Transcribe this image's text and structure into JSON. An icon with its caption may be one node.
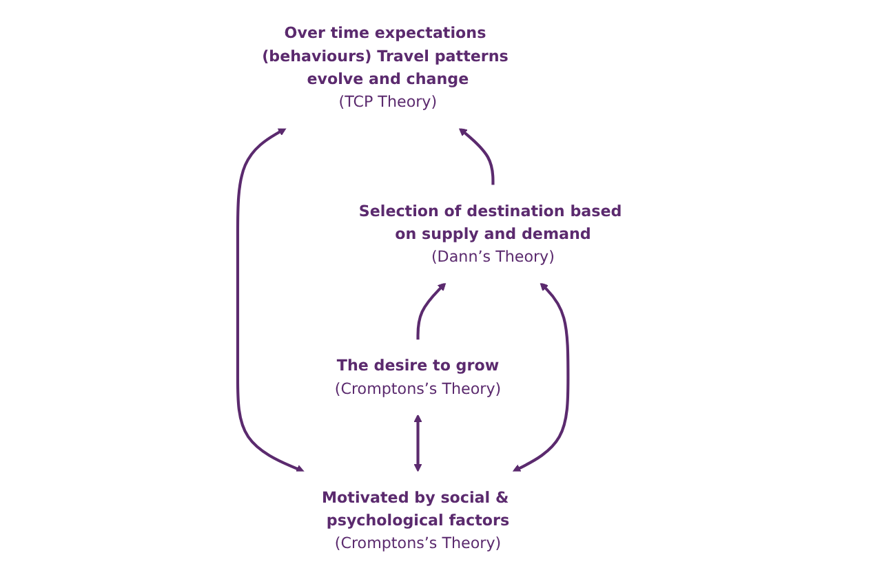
{
  "diagram": {
    "nodes": [
      {
        "text": [
          "Over time expectations (behaviours) Travel patterns evolve and change",
          "(TCP Theory)"
        ]
      },
      {
        "text": [
          "Selection of destination based on supply and demand",
          "(Dann’s Theory)"
        ]
      },
      {
        "text": [
          "Motivated by social & psychological factors",
          "(Cromptons’s Theory)"
        ]
      },
      {
        "text": [
          "The desire to grow",
          "(Cromptons’s Theory)"
        ]
      }
    ],
    "edges": [
      {
        "from": 2,
        "to": 0,
        "arrow": "both"
      },
      {
        "from": 1,
        "to": 0,
        "arrow": "to"
      },
      {
        "from": 3,
        "to": 1,
        "arrow": "to"
      },
      {
        "from": 2,
        "to": 1,
        "arrow": "both"
      },
      {
        "from": 2,
        "to": 3,
        "arrow": "both"
      }
    ]
  }
}
